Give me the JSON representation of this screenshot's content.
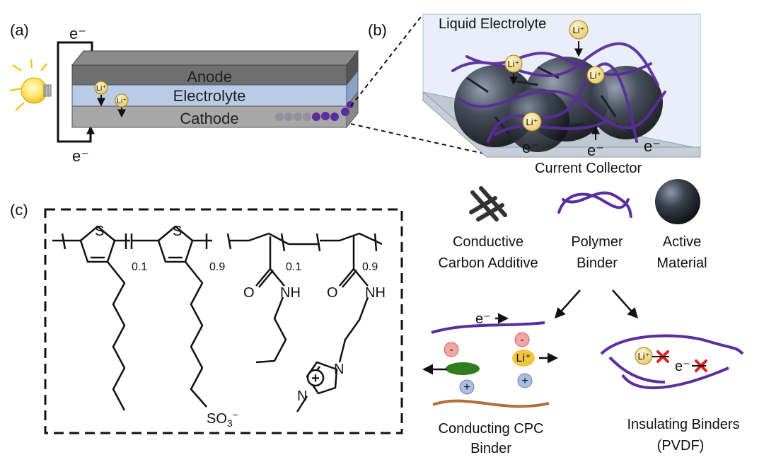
{
  "panels": {
    "a": "(a)",
    "b": "(b)",
    "c": "(c)"
  },
  "battery": {
    "anode": "Anode",
    "electrolyte": "Electrolyte",
    "cathode": "Cathode",
    "electron_top": "e⁻",
    "electron_bottom": "e⁻",
    "ion_1": "Li⁺",
    "ion_2": "Li⁺"
  },
  "zoom": {
    "liquid_electrolyte": "Liquid Electrolyte",
    "current_collector": "Current Collector",
    "ion_top": "Li⁺",
    "ion_mid_1": "Li⁺",
    "ion_mid_2": "Li⁺",
    "ion_low": "Li⁺",
    "e1": "e⁻",
    "e2": "e⁻",
    "e3": "e⁻"
  },
  "legend": {
    "carbon_line1": "Conductive",
    "carbon_line2": "Carbon Additive",
    "binder_line1": "Polymer",
    "binder_line2": "Binder",
    "active_line1": "Active",
    "active_line2": "Material"
  },
  "structure": {
    "s1": "S",
    "s2": "S",
    "sub_1": "0.1",
    "sub_2": "0.9",
    "sub_3": "0.1",
    "sub_4": "0.9",
    "o1": "O",
    "o2": "O",
    "nh1": "NH",
    "nh2": "NH",
    "n_ring1": "N",
    "n_ring2": "N",
    "plus": "+",
    "so3": "SO",
    "so3_sub": "3",
    "so3_charge": "−"
  },
  "mechanism": {
    "e_label": "e⁻",
    "li_label": "Li⁺",
    "minus": "-",
    "plus": "+",
    "cpc_line1": "Conducting CPC",
    "cpc_line2": "Binder",
    "ins_line1": "Insulating Binders",
    "ins_line2": "(PVDF)",
    "ins_li": "Li⁺",
    "ins_e": "e⁻"
  },
  "colors": {
    "anode": "#6f6f6f",
    "electrolyte": "#b9cbe6",
    "cathode": "#a7a7a7",
    "polymer": "#5b2d9e",
    "ion_fill": "#f3e3a0",
    "red_cross": "#e02020",
    "neg_ion": "#f4a6a6",
    "pos_ion": "#a9bde0"
  }
}
